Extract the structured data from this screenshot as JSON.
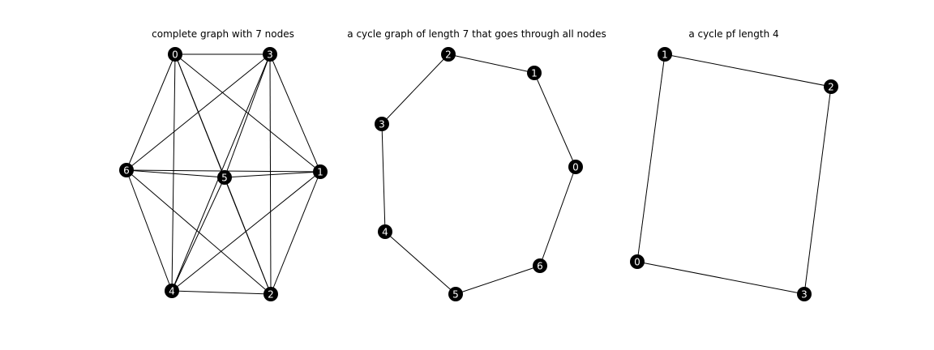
{
  "figure": {
    "panels": [
      {
        "title": "complete graph with 7 nodes",
        "nodes": [
          "0",
          "1",
          "2",
          "3",
          "4",
          "5",
          "6"
        ],
        "edges": [
          [
            "0",
            "1"
          ],
          [
            "0",
            "2"
          ],
          [
            "0",
            "3"
          ],
          [
            "0",
            "4"
          ],
          [
            "0",
            "5"
          ],
          [
            "0",
            "6"
          ],
          [
            "1",
            "2"
          ],
          [
            "1",
            "3"
          ],
          [
            "1",
            "4"
          ],
          [
            "1",
            "5"
          ],
          [
            "1",
            "6"
          ],
          [
            "2",
            "3"
          ],
          [
            "2",
            "4"
          ],
          [
            "2",
            "5"
          ],
          [
            "2",
            "6"
          ],
          [
            "3",
            "4"
          ],
          [
            "3",
            "5"
          ],
          [
            "3",
            "6"
          ],
          [
            "4",
            "5"
          ],
          [
            "4",
            "6"
          ],
          [
            "5",
            "6"
          ]
        ]
      },
      {
        "title": "a cycle graph of length 7 that goes through all nodes",
        "nodes": [
          "0",
          "1",
          "2",
          "3",
          "4",
          "5",
          "6"
        ],
        "edges": [
          [
            "0",
            "1"
          ],
          [
            "1",
            "2"
          ],
          [
            "2",
            "3"
          ],
          [
            "3",
            "4"
          ],
          [
            "4",
            "5"
          ],
          [
            "5",
            "6"
          ],
          [
            "6",
            "0"
          ]
        ]
      },
      {
        "title": "a cycle pf length 4",
        "nodes": [
          "0",
          "1",
          "2",
          "3"
        ],
        "edges": [
          [
            "0",
            "1"
          ],
          [
            "1",
            "2"
          ],
          [
            "2",
            "3"
          ],
          [
            "3",
            "0"
          ]
        ]
      }
    ],
    "style": {
      "node_color": "#000000",
      "label_color": "#ffffff",
      "edge_color": "#000000"
    }
  }
}
